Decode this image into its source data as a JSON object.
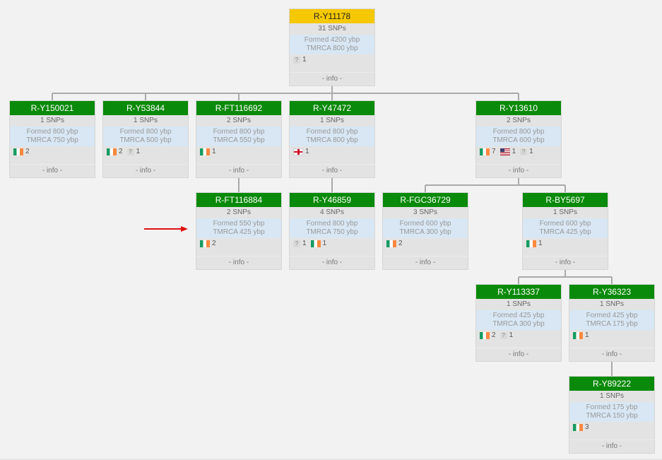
{
  "ui": {
    "info_label": "- info -",
    "unknown_glyph": "?"
  },
  "colors": {
    "root_header": "#f5c800",
    "node_header": "#0a8a0a",
    "connector": "#aaaaaa",
    "arrow": "#e01010"
  },
  "nodes": [
    {
      "id": "R-Y11178",
      "name": "R-Y11178",
      "snps": "31 SNPs",
      "formed": "Formed 4200 ybp",
      "tmrca": "TMRCA 800 ybp",
      "countries": [
        {
          "flag": "unknown",
          "count": "1"
        }
      ],
      "parent": null,
      "root": true
    },
    {
      "id": "R-Y150021",
      "name": "R-Y150021",
      "snps": "1 SNPs",
      "formed": "Formed 800 ybp",
      "tmrca": "TMRCA 750 ybp",
      "countries": [
        {
          "flag": "ireland",
          "count": "2"
        }
      ],
      "parent": "R-Y11178"
    },
    {
      "id": "R-Y53844",
      "name": "R-Y53844",
      "snps": "1 SNPs",
      "formed": "Formed 800 ybp",
      "tmrca": "TMRCA 500 ybp",
      "countries": [
        {
          "flag": "ireland",
          "count": "2"
        },
        {
          "flag": "unknown",
          "count": "1"
        }
      ],
      "parent": "R-Y11178"
    },
    {
      "id": "R-FT116692",
      "name": "R-FT116692",
      "snps": "2 SNPs",
      "formed": "Formed 800 ybp",
      "tmrca": "TMRCA 550 ybp",
      "countries": [
        {
          "flag": "ireland",
          "count": "1"
        }
      ],
      "parent": "R-Y11178"
    },
    {
      "id": "R-Y47472",
      "name": "R-Y47472",
      "snps": "1 SNPs",
      "formed": "Formed 800 ybp",
      "tmrca": "TMRCA 800 ybp",
      "countries": [
        {
          "flag": "england",
          "count": "1"
        }
      ],
      "parent": "R-Y11178"
    },
    {
      "id": "R-Y13610",
      "name": "R-Y13610",
      "snps": "2 SNPs",
      "formed": "Formed 800 ybp",
      "tmrca": "TMRCA 600 ybp",
      "countries": [
        {
          "flag": "ireland",
          "count": "7"
        },
        {
          "flag": "usa",
          "count": "1"
        },
        {
          "flag": "unknown",
          "count": "1"
        }
      ],
      "parent": "R-Y11178"
    },
    {
      "id": "R-FT116884",
      "name": "R-FT116884",
      "snps": "2 SNPs",
      "formed": "Formed 550 ybp",
      "tmrca": "TMRCA 425 ybp",
      "countries": [
        {
          "flag": "ireland",
          "count": "2"
        }
      ],
      "parent": "R-FT116692",
      "highlighted": true
    },
    {
      "id": "R-Y46859",
      "name": "R-Y46859",
      "snps": "4 SNPs",
      "formed": "Formed 800 ybp",
      "tmrca": "TMRCA 750 ybp",
      "countries": [
        {
          "flag": "unknown",
          "count": "1"
        },
        {
          "flag": "ireland",
          "count": "1"
        }
      ],
      "parent": "R-Y47472"
    },
    {
      "id": "R-FGC36729",
      "name": "R-FGC36729",
      "snps": "3 SNPs",
      "formed": "Formed 600 ybp",
      "tmrca": "TMRCA 300 ybp",
      "countries": [
        {
          "flag": "ireland",
          "count": "2"
        }
      ],
      "parent": "R-Y13610"
    },
    {
      "id": "R-BY5697",
      "name": "R-BY5697",
      "snps": "1 SNPs",
      "formed": "Formed 600 ybp",
      "tmrca": "TMRCA 425 ybp",
      "countries": [
        {
          "flag": "ireland",
          "count": "1"
        }
      ],
      "parent": "R-Y13610"
    },
    {
      "id": "R-Y113337",
      "name": "R-Y113337",
      "snps": "1 SNPs",
      "formed": "Formed 425 ybp",
      "tmrca": "TMRCA 300 ybp",
      "countries": [
        {
          "flag": "ireland",
          "count": "2"
        },
        {
          "flag": "unknown",
          "count": "1"
        }
      ],
      "parent": "R-BY5697"
    },
    {
      "id": "R-Y36323",
      "name": "R-Y36323",
      "snps": "1 SNPs",
      "formed": "Formed 425 ybp",
      "tmrca": "TMRCA 175 ybp",
      "countries": [
        {
          "flag": "ireland",
          "count": "1"
        }
      ],
      "parent": "R-BY5697"
    },
    {
      "id": "R-Y89222",
      "name": "R-Y89222",
      "snps": "1 SNPs",
      "formed": "Formed 175 ybp",
      "tmrca": "TMRCA 150 ybp",
      "countries": [
        {
          "flag": "ireland",
          "count": "3"
        }
      ],
      "parent": "R-Y36323"
    }
  ]
}
